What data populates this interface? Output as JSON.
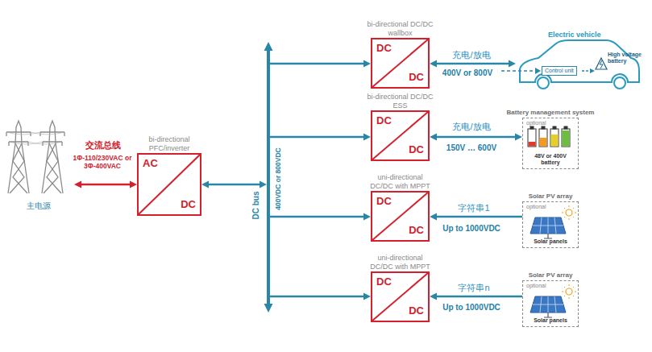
{
  "diagram": {
    "nodes": [
      {
        "text": [
          "主电源"
        ]
      },
      {
        "text": [
          "bi-directional PFC/inverter",
          "AC",
          "DC"
        ]
      },
      {
        "text": [
          "DC bus",
          "400VDC or 800VDC"
        ]
      },
      {
        "text": [
          "bi-directional DC/DC wallbox",
          "DC",
          "DC"
        ]
      },
      {
        "text": [
          "Electric vehicle",
          "Control unit",
          "High voltage battery"
        ]
      },
      {
        "text": [
          "bi-directional DC/DC ESS",
          "DC",
          "DC"
        ]
      },
      {
        "text": [
          "Battery management system",
          "optional",
          "48V or 400V battery"
        ]
      },
      {
        "text": [
          "uni-directional DC/DC with MPPT",
          "DC",
          "DC"
        ]
      },
      {
        "text": [
          "Solar PV array",
          "optional",
          "Solar panels"
        ]
      },
      {
        "text": [
          "uni-directional DC/DC with MPPT",
          "DC",
          "DC"
        ]
      },
      {
        "text": [
          "Solar PV array",
          "optional",
          "Solar panels"
        ]
      }
    ],
    "edges": [
      {
        "from": 0,
        "to": 1,
        "arrow": "both",
        "label": "交流总线"
      },
      {
        "from": 1,
        "to": 2,
        "arrow": "both"
      },
      {
        "from": 2,
        "to": 3,
        "arrow": "to"
      },
      {
        "from": 2,
        "to": 5,
        "arrow": "to"
      },
      {
        "from": 2,
        "to": 7,
        "arrow": "to"
      },
      {
        "from": 2,
        "to": 9,
        "arrow": "to"
      },
      {
        "from": 3,
        "to": 4,
        "arrow": "both",
        "label": "充电/放电"
      },
      {
        "from": 5,
        "to": 6,
        "arrow": "both",
        "label": "充电/放电"
      },
      {
        "from": 8,
        "to": 7,
        "arrow": "to",
        "label": "字符串1"
      },
      {
        "from": 10,
        "to": 9,
        "arrow": "to",
        "label": "字符串n"
      }
    ],
    "labels": [
      "1Φ-110/230VAC or 3Φ-400VAC",
      "400V or 800V",
      "150V … 600V",
      "Up to 1000VDC",
      "Up to 1000VDC"
    ]
  }
}
